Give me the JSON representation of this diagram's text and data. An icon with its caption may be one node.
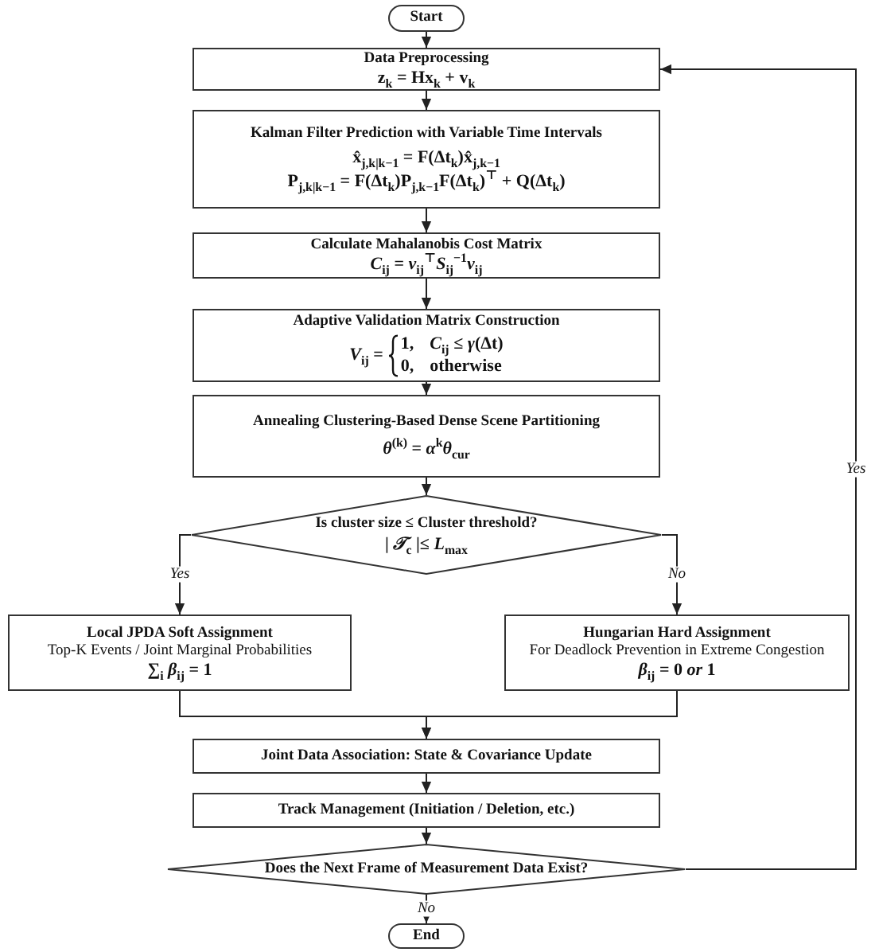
{
  "diagram": {
    "nodes": [
      {
        "text": [
          "Start"
        ]
      },
      {
        "text": [
          "Data Preprocessing",
          "z$_{k}$ = Hx$_{k}$ + v$_{k}$"
        ]
      },
      {
        "text": [
          "Kalman Filter Prediction with Variable Time Intervals",
          "x̂$_{j,k|k−1}$ = F(Δt$_{k}$)x̂$_{j,k−1}$",
          "P$_{j,k|k−1}$ = F(Δt$_{k}$)P$_{j,k−1}$F(Δt$_{k}$)$^{⊤}$ + Q(Δt$_{k}$)"
        ]
      },
      {
        "text": [
          "Calculate Mahalanobis Cost Matrix",
          "*C*$_{ij}$ = *v*$_{ij}$$^{⊤}$*S*$_{ij}$$^{−1}$*v*$_{ij}$"
        ]
      },
      {
        "text": [
          "Adaptive Validation Matrix Construction",
          "*V*$_{ij}$ =",
          "1,",
          "*C*$_{ij}$ ≤ *γ*(Δt)",
          "0,",
          "otherwise"
        ]
      },
      {
        "text": [
          "Annealing Clustering-Based Dense Scene Partitioning",
          "*θ*$^{(k)}$ = *α*$^{k}$*θ*$_{cur}$"
        ]
      },
      {
        "text": [
          "Is cluster size ≤ Cluster threshold?",
          "| *𝒯*$_{c}$ |≤ *L*$_{max}$"
        ]
      },
      {
        "text": [
          "Local JPDA Soft Assignment",
          "Top-K Events / Joint Marginal Probabilities",
          "∑$_{i}$ *β*$_{ij}$ = 1"
        ]
      },
      {
        "text": [
          "Hungarian Hard Assignment",
          "For Deadlock Prevention in Extreme Congestion",
          "*β*$_{ij}$ = 0 *or* 1"
        ]
      },
      {
        "text": [
          "Joint Data Association: State & Covariance Update"
        ]
      },
      {
        "text": [
          "Track Management (Initiation / Deletion, etc.)"
        ]
      },
      {
        "text": [
          "Does the Next Frame of Measurement Data Exist?"
        ]
      },
      {
        "text": [
          "End"
        ]
      }
    ],
    "edges": [
      {
        "from": 0,
        "to": 1,
        "arrow": "to"
      },
      {
        "from": 1,
        "to": 2,
        "arrow": "to"
      },
      {
        "from": 2,
        "to": 3,
        "arrow": "to"
      },
      {
        "from": 3,
        "to": 4,
        "arrow": "to"
      },
      {
        "from": 4,
        "to": 5,
        "arrow": "to"
      },
      {
        "from": 5,
        "to": 6,
        "arrow": "to"
      },
      {
        "from": 6,
        "to": 7,
        "arrow": "to",
        "label": "Yes"
      },
      {
        "from": 6,
        "to": 8,
        "arrow": "to",
        "label": "No"
      },
      {
        "from": 7,
        "to": 9,
        "arrow": "to"
      },
      {
        "from": 8,
        "to": 9,
        "arrow": "to"
      },
      {
        "from": 9,
        "to": 10,
        "arrow": "to"
      },
      {
        "from": 10,
        "to": 11,
        "arrow": "to"
      },
      {
        "from": 11,
        "to": 1,
        "arrow": "to",
        "label": "Yes"
      },
      {
        "from": 11,
        "to": 12,
        "arrow": "to",
        "label": "No"
      }
    ]
  }
}
